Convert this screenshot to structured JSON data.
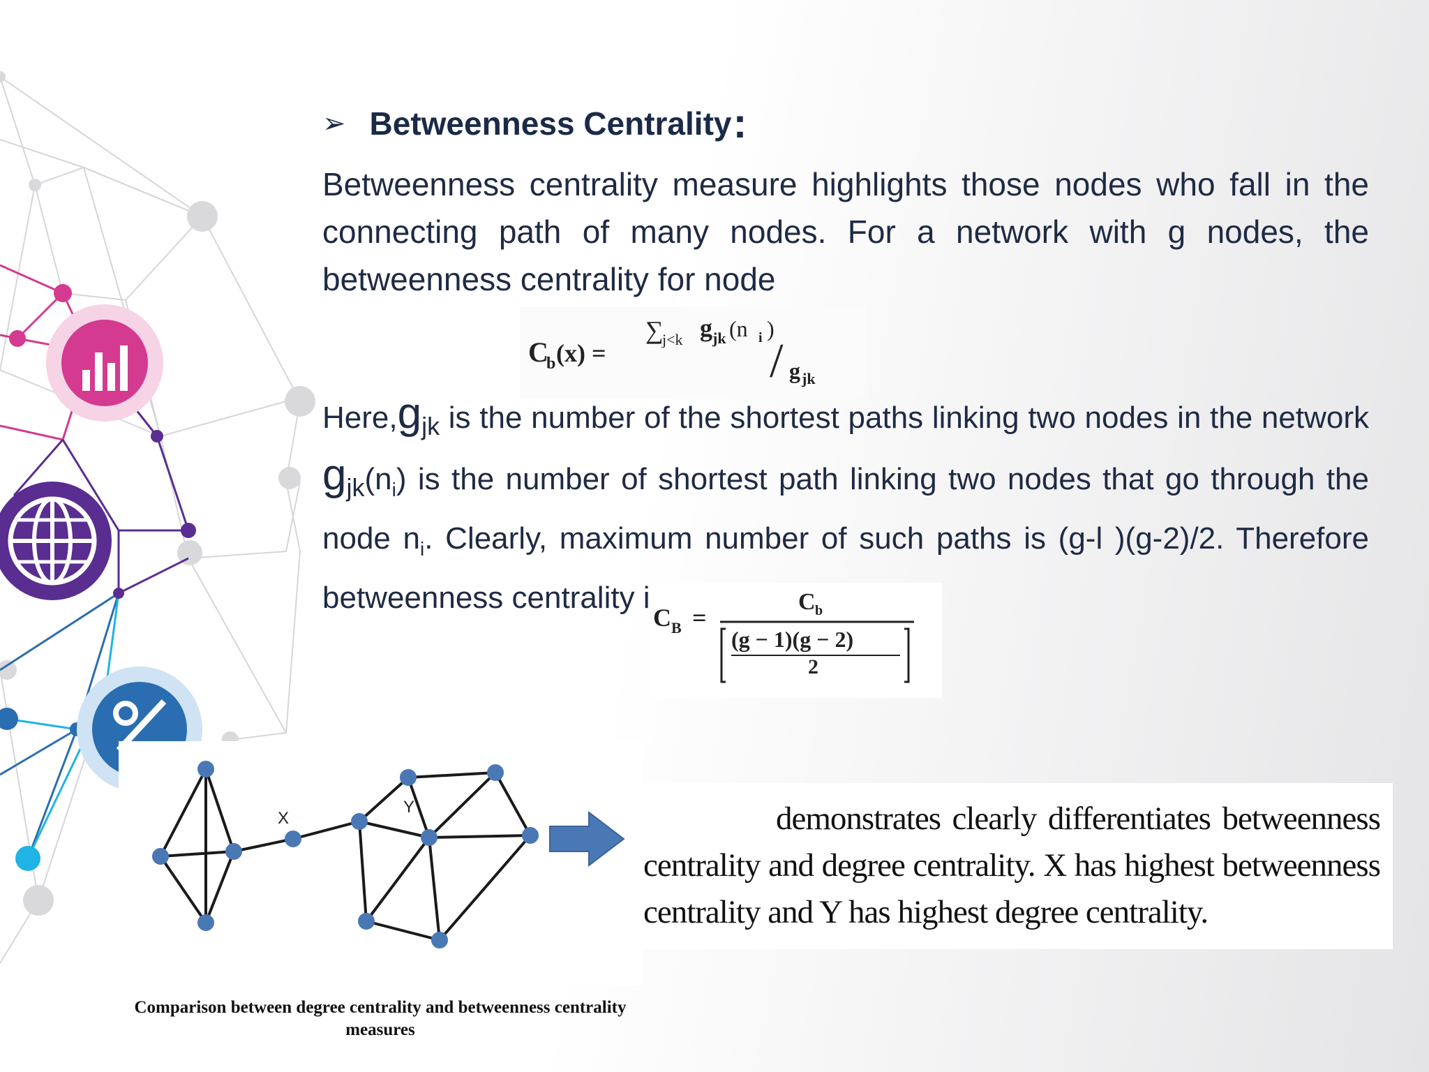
{
  "heading": {
    "bullet": "➢",
    "title": "Betweenness Centrality",
    "colon": ":"
  },
  "paragraph1": "Betweenness centrality measure highlights those nodes who fall in the connecting path of many nodes. For a network with g nodes, the betweenness centrality for node",
  "formula1": {
    "lhs": "C",
    "lhs_sub": "b",
    "lhs_arg": "(x) =",
    "numerator": "∑",
    "numerator_sub": "j<k",
    "numerator_term": "g",
    "numerator_term_sub": "jk",
    "numerator_arg": "(n",
    "numerator_arg_sub": "i",
    "numerator_close": ")",
    "slash": "/",
    "denominator": "g",
    "denominator_sub": "jk"
  },
  "paragraph2": {
    "here": "Here,",
    "g1": "g",
    "g1_sub": "jk",
    "t1": " is the number of the shortest paths linking two nodes in the network ",
    "g2": "g",
    "g2_sub": "jk",
    "t2": "(n",
    "t2_sub": "i",
    "t3": ") is the number of shortest path linking two nodes that go through the node n",
    "t3_sub": "i",
    "t4": ". Clearly, maximum number of such paths is (g-l )(g-2)/2. Therefore betweenness centrality is normalized as"
  },
  "formula2": {
    "lhs": "C",
    "lhs_sub": "B",
    "eq": "=",
    "num": "C",
    "num_sub": "b",
    "den_top": "(g − 1)(g − 2)",
    "den_bottom": "2"
  },
  "graph": {
    "label_x": "X",
    "label_y": "Y"
  },
  "caption": "Comparison between degree centrality and betweenness centrality measures",
  "description": "demonstrates clearly differentiates betweenness centrality and degree centrality. X has highest betweenness centrality and Y has highest degree centrality.",
  "colors": {
    "heading": "#1b2a47",
    "node": "#4a78b5",
    "arrow": "#4a78b5",
    "pink": "#d43a8f",
    "purple": "#5a2d91",
    "blue": "#2a6db0",
    "cyan": "#1fb3e6"
  },
  "icons": [
    "bar-chart-icon",
    "globe-icon",
    "percent-icon"
  ]
}
